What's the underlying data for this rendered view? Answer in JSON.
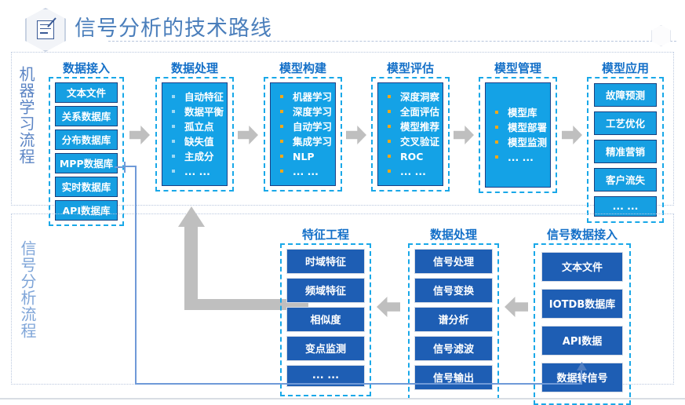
{
  "header": {
    "title": "信号分析的技术路线",
    "icon": "document-pen-icon",
    "corner_icon": "hexagon-icon",
    "accent_color": "#4a7ebb"
  },
  "colors": {
    "cyan_chip": "#169fe2",
    "chip_border": "#17407e",
    "dark_chip": "#1e5eb4",
    "dashed_border": "#19a8e8",
    "col_title": "#1470c8",
    "arrow_gray": "#bfbfbf",
    "connector_blue": "#6f9ad8",
    "panel_border": "#b9c7de",
    "bullet_amber": "#f0a818",
    "bullet_light": "#9ed9f5"
  },
  "machine_learning": {
    "side_label": "机器学习流程",
    "columns": [
      {
        "title": "数据接入",
        "style": "chips",
        "items": [
          "文本文件",
          "关系数据库",
          "分布数据库",
          "MPP数据库",
          "实时数据库",
          "API数据库"
        ]
      },
      {
        "title": "数据处理",
        "style": "list",
        "bullet": "light",
        "items": [
          "自动特征",
          "数据平衡",
          "孤立点",
          "缺失值",
          "主成分",
          "... ..."
        ]
      },
      {
        "title": "模型构建",
        "style": "list",
        "bullet": "amber",
        "items": [
          "机器学习",
          "深度学习",
          "自动学习",
          "集成学习",
          "NLP",
          "... ..."
        ]
      },
      {
        "title": "模型评估",
        "style": "list",
        "bullet": "amber",
        "items": [
          "深度洞察",
          "全面评估",
          "模型推荐",
          "交叉验证",
          "ROC",
          "... ..."
        ]
      },
      {
        "title": "模型管理",
        "style": "list",
        "bullet": "amber",
        "items": [
          "模型库",
          "模型部署",
          "模型监测",
          "... ..."
        ]
      },
      {
        "title": "模型应用",
        "style": "chips",
        "items": [
          "故障预测",
          "工艺优化",
          "精准营销",
          "客户流失",
          "... ..."
        ]
      }
    ]
  },
  "signal_analysis": {
    "side_label": "信号分析流程",
    "columns": [
      {
        "title": "特征工程",
        "style": "dark-chips",
        "items": [
          "时域特征",
          "频域特征",
          "相似度",
          "变点监测",
          "... ..."
        ]
      },
      {
        "title": "数据处理",
        "style": "dark-chips",
        "items": [
          "信号处理",
          "信号变换",
          "谱分析",
          "信号滤波",
          "信号输出"
        ]
      },
      {
        "title": "信号数据接入",
        "style": "dark-chips",
        "items": [
          "文本文件",
          "IOTDB数据库",
          "API数据",
          "数据转信号"
        ]
      }
    ]
  },
  "arrows": {
    "forward": "arrow-right-icon",
    "backward": "arrow-left-icon",
    "feedback_up": "feedback-arrow-up-icon",
    "connector": "connector-line"
  }
}
